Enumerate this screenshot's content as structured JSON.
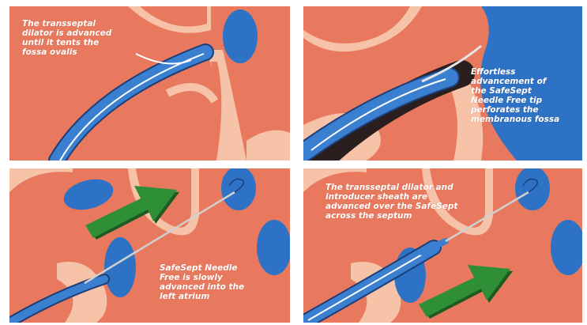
{
  "panels": [
    {
      "caption": "The transseptal\ndilator is advanced\nuntil it tents the\nfossa ovalis"
    },
    {
      "caption": "Effortless\nadvancement of\nthe SafeSept\nNeedle Free tip\nperforates the\nmembranous fossa"
    },
    {
      "caption": "SafeSept Needle\nFree is slowly\nadvanced into the\nleft atrium"
    },
    {
      "caption": "The transseptal dilator and\nintroducer sheath are\nadvanced over the SafeSept\nacross the septum"
    }
  ],
  "colors": {
    "tissue": "#e9795e",
    "membrane": "#f6c2a8",
    "vessel": "#2d72c5",
    "catheter": "#3a7fd0",
    "arrow": "#2f8f37"
  }
}
